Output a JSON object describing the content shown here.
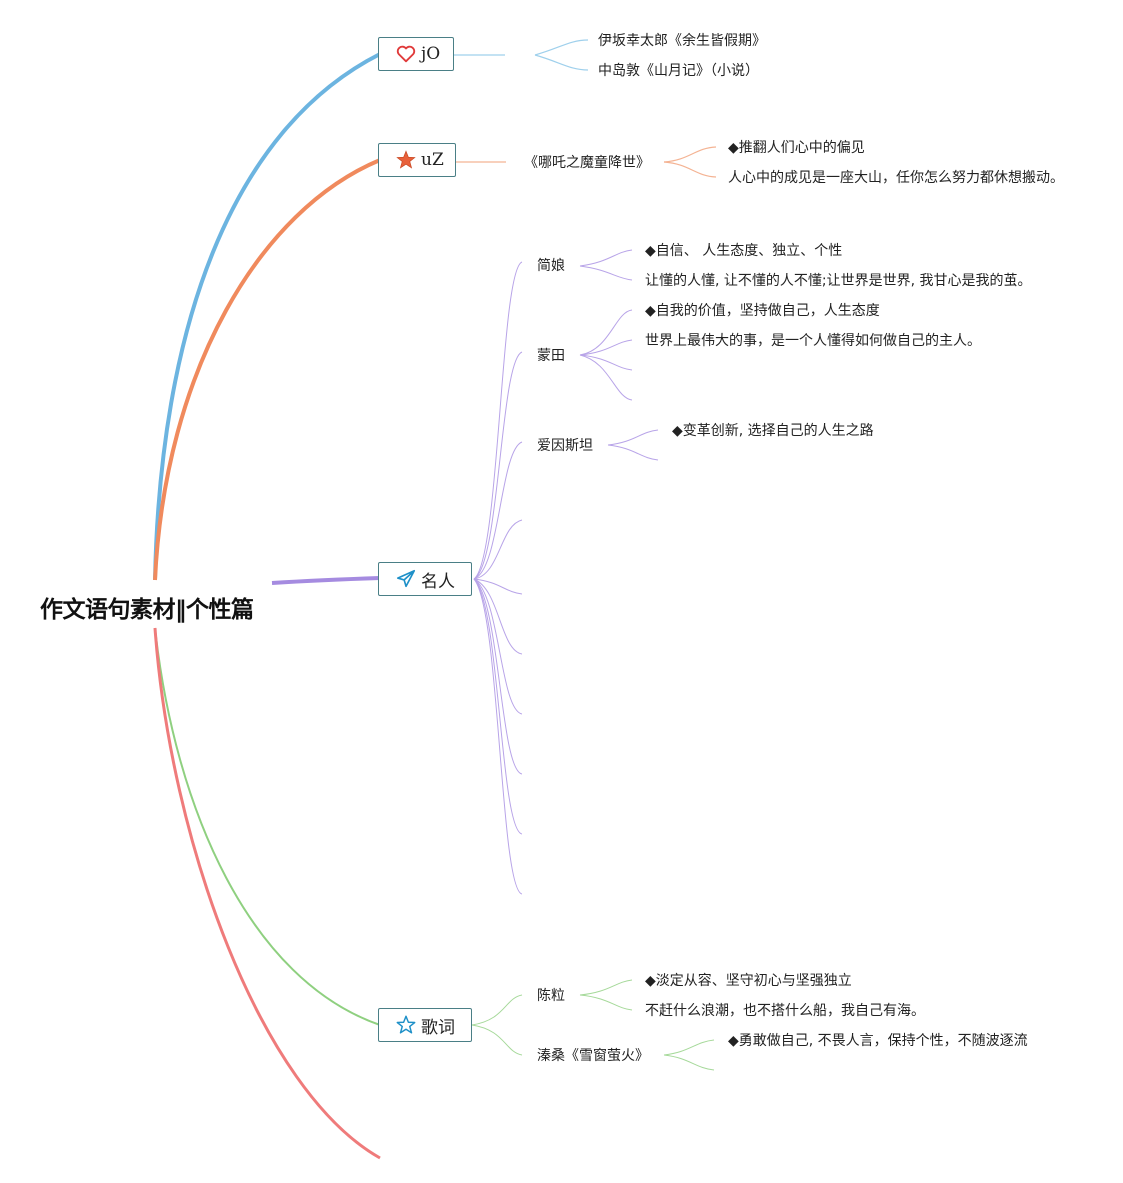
{
  "root": {
    "title": "作文语句素材‖个性篇"
  },
  "colors": {
    "blue": "#6cb4e0",
    "orange": "#f08a5d",
    "purple": "#a58be0",
    "green": "#8fd080",
    "red": "#ef7b7b",
    "border": "#4a7f86"
  },
  "branches": [
    {
      "key": "jo",
      "label": "jO",
      "icon": "heart-icon",
      "children": [
        {
          "leaf": "伊坂幸太郎《余生皆假期》"
        },
        {
          "leaf": "中岛敦《山月记》（小说）"
        }
      ]
    },
    {
      "key": "uz",
      "label": "uZ",
      "icon": "star-filled-icon",
      "children": [
        {
          "label": "《哪吒之魔童降世》",
          "leaves": [
            "◆推翻人们心中的偏见",
            "人心中的成见是一座大山，任你怎么努力都休想搬动。"
          ]
        }
      ]
    },
    {
      "key": "mingren",
      "label": "名人",
      "icon": "paper-plane-icon",
      "children": [
        {
          "label": "简娘",
          "leaves": [
            "◆自信、 人生态度、独立、个性",
            "让懂的人懂, 让不懂的人不懂;让世界是世界, 我甘心是我的茧。"
          ]
        },
        {
          "label": "蒙田",
          "leaves": [
            "◆自我的价值，坚持做自己，人生态度",
            "世界上最伟大的事，是一个人懂得如何做自己的主人。"
          ]
        },
        {
          "label": "爱因斯坦",
          "leaves": [
            "◆变革创新, 选择自己的人生之路"
          ]
        }
      ]
    },
    {
      "key": "geci",
      "label": "歌词",
      "icon": "star-outline-icon",
      "children": [
        {
          "label": "陈粒",
          "leaves": [
            "◆淡定从容、坚守初心与坚强独立",
            "不赶什么浪潮，也不搭什么船，我自己有海。"
          ]
        },
        {
          "label": "溱桑《雪窗萤火》",
          "leaves": [
            "◆勇敢做自己, 不畏人言，保持个性，不随波逐流"
          ]
        }
      ]
    }
  ]
}
